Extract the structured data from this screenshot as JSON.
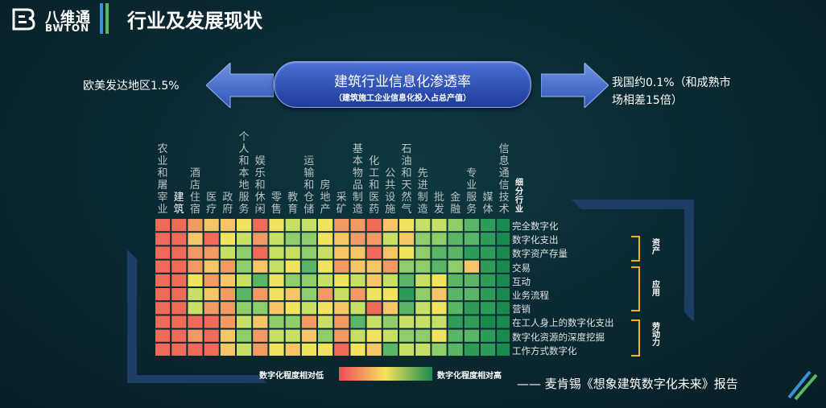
{
  "brand": {
    "name_cn": "八维通",
    "name_en": "BWTON"
  },
  "page_title": "行业及发展现状",
  "center": {
    "title": "建筑行业信息化渗透率",
    "subtitle": "（建筑施工企业信息化投入占总产值）"
  },
  "left_text": "欧美发达地区1.5%",
  "right_text_line1": "我国约0.1%（和成熟市",
  "right_text_line2": "场相差15倍）",
  "categories": [
    "农业和屠宰业",
    "建筑",
    "酒店住宿",
    "医疗",
    "政府",
    "个人和本地服务",
    "娱乐和休闲",
    "零售",
    "教育",
    "运输和仓储",
    "房地产",
    "采矿",
    "基本物品制造",
    "化工和医药",
    "公共设施",
    "石油和天然气",
    "先进制造",
    "批发",
    "金融",
    "专业服务",
    "媒体",
    "信息通信技术"
  ],
  "column_header": "细分行业",
  "row_labels": [
    "完全数字化",
    "数字化支出",
    "数字资产存量",
    "交易",
    "互动",
    "业务流程",
    "营销",
    "在工人身上的数字化支出",
    "数字化资源的深度挖掘",
    "工作方式数字化"
  ],
  "groups": [
    "资产",
    "应用",
    "劳动力"
  ],
  "heatmap_levels": [
    [
      1,
      1,
      2,
      3,
      3,
      4,
      1,
      4,
      5,
      5,
      4,
      2,
      2,
      1,
      3,
      4,
      5,
      5,
      6,
      7,
      8,
      9
    ],
    [
      1,
      1,
      3,
      1,
      4,
      5,
      2,
      5,
      6,
      6,
      4,
      3,
      2,
      2,
      5,
      3,
      6,
      6,
      7,
      7,
      8,
      9
    ],
    [
      1,
      1,
      2,
      2,
      5,
      6,
      1,
      5,
      5,
      6,
      5,
      3,
      3,
      1,
      3,
      4,
      6,
      7,
      7,
      8,
      8,
      9
    ],
    [
      1,
      1,
      2,
      3,
      2,
      6,
      3,
      5,
      4,
      7,
      4,
      2,
      3,
      3,
      2,
      6,
      6,
      7,
      6,
      3,
      8,
      9
    ],
    [
      1,
      1,
      4,
      2,
      3,
      5,
      7,
      4,
      6,
      6,
      5,
      4,
      5,
      3,
      5,
      7,
      5,
      4,
      7,
      7,
      8,
      9
    ],
    [
      1,
      1,
      5,
      3,
      2,
      7,
      2,
      4,
      3,
      6,
      2,
      5,
      2,
      4,
      4,
      8,
      6,
      3,
      7,
      7,
      8,
      9
    ],
    [
      1,
      1,
      5,
      2,
      2,
      6,
      6,
      3,
      4,
      5,
      4,
      3,
      5,
      1,
      3,
      7,
      5,
      4,
      7,
      8,
      8,
      9
    ],
    [
      1,
      1,
      1,
      1,
      2,
      5,
      3,
      6,
      6,
      2,
      5,
      2,
      7,
      5,
      6,
      5,
      5,
      5,
      8,
      8,
      9,
      9
    ],
    [
      1,
      1,
      2,
      1,
      3,
      6,
      2,
      5,
      5,
      3,
      6,
      2,
      5,
      4,
      5,
      6,
      6,
      4,
      7,
      7,
      8,
      9
    ],
    [
      1,
      1,
      1,
      1,
      3,
      5,
      2,
      4,
      3,
      4,
      4,
      1,
      4,
      3,
      7,
      5,
      5,
      6,
      7,
      8,
      8,
      9
    ]
  ],
  "legend_low": "数字化程度相对低",
  "legend_high": "数字化程度相对高",
  "source": "—— 麦肯锡《想象建筑数字化未来》报告"
}
